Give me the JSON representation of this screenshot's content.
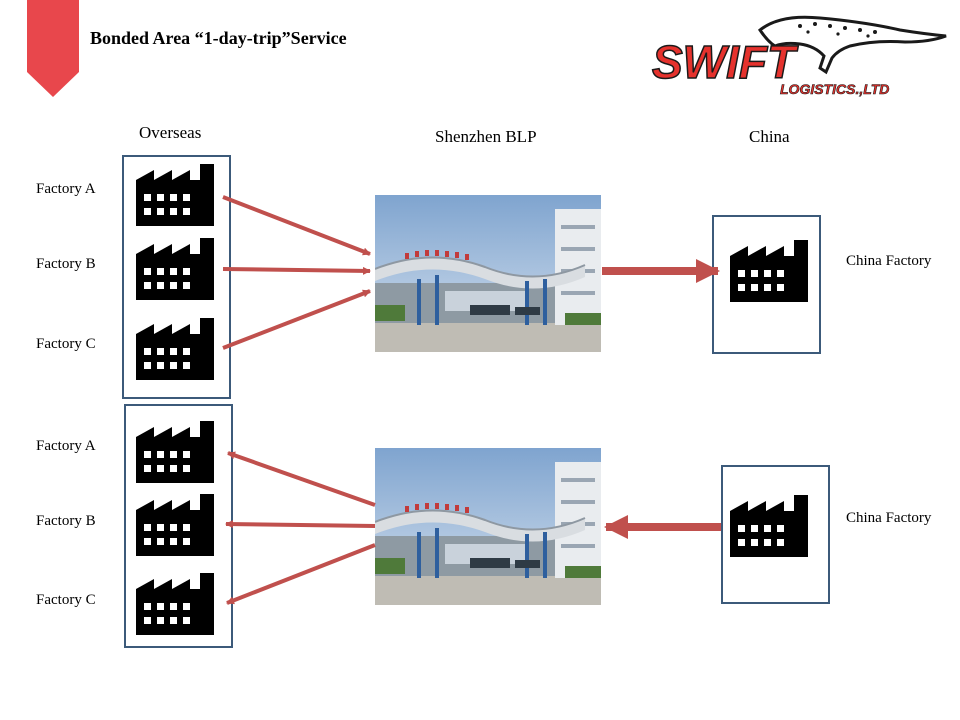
{
  "header": {
    "title": "Bonded Area “1-day-trip”Service",
    "logo": {
      "brand": "SWIFT",
      "subtitle": "LOGISTICS.,LTD"
    },
    "accent_color": "#e8474c"
  },
  "columns": {
    "left": "Overseas",
    "middle": "Shenzhen BLP",
    "right": "China"
  },
  "top_flow": {
    "overseas_factories": [
      "Factory A",
      "Factory B",
      "Factory C"
    ],
    "china_factory": "China Factory",
    "direction": "overseas-to-china"
  },
  "bottom_flow": {
    "overseas_factories": [
      "Factory A",
      "Factory B",
      "Factory C"
    ],
    "china_factory": "China Factory",
    "direction": "china-to-overseas"
  },
  "colors": {
    "arrow": "#c0504d",
    "box_border": "#3c5a7a",
    "factory": "#000000"
  },
  "icons": {
    "factory": "factory-icon",
    "photo": "bonded-logistics-park-gate-photo"
  }
}
